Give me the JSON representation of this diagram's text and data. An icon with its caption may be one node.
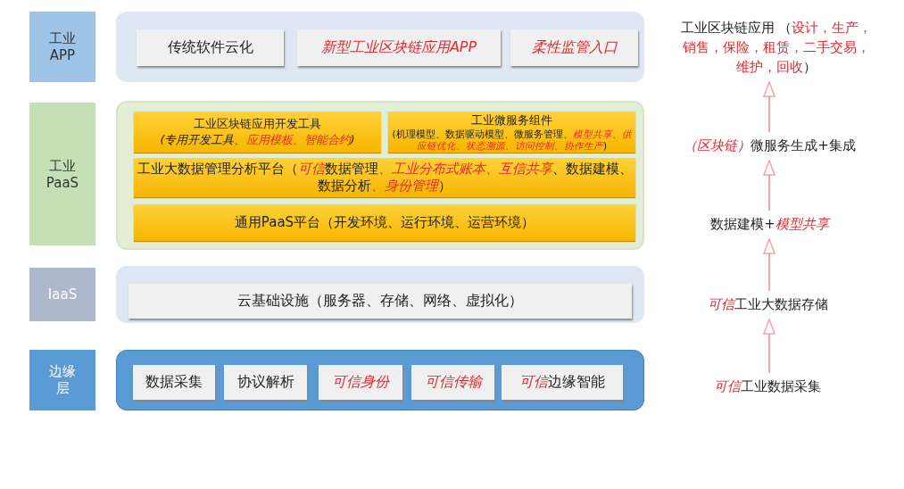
{
  "diagram": {
    "nodes": [
      {
        "text": [
          "工业 APP"
        ]
      },
      {
        "text": [],
        "shape": "box"
      },
      {
        "text": [
          "传统软件云化"
        ],
        "in": 1
      },
      {
        "text": [
          "新型工业区块链应用APP"
        ],
        "in": 1
      },
      {
        "text": [
          "柔性监管入口"
        ],
        "in": 1
      },
      {
        "text": [
          "工业 PaaS"
        ]
      },
      {
        "text": [],
        "shape": "box"
      },
      {
        "text": [
          "工业区块链应用开发工具",
          "(专用开发工具、*应用模板、智能合约*)"
        ],
        "in": 6
      },
      {
        "text": [
          "工业微服务组件",
          "(机理模型、数据驱动模型、微服务管理、*模型共享、供应链优化、状态溯源、访问控制、协作生产*)"
        ],
        "in": 6
      },
      {
        "text": [
          "工业大数据管理分析平台（可信数据管理、工业分布式账本、互信共享、数据建模、数据分析、身份管理）"
        ],
        "in": 6
      },
      {
        "text": [
          "通用PaaS平台（开发环境、运行环境、运营环境）"
        ],
        "in": 6
      },
      {
        "text": [
          "IaaS"
        ]
      },
      {
        "text": [],
        "shape": "box"
      },
      {
        "text": [
          "云基础设施（服务器、存储、网络、虚拟化）"
        ],
        "in": 12
      },
      {
        "text": [
          "边缘层"
        ]
      },
      {
        "text": [],
        "shape": "box"
      },
      {
        "text": [
          "数据采集"
        ],
        "in": 15
      },
      {
        "text": [
          "协议解析"
        ],
        "in": 15
      },
      {
        "text": [
          "可信身份"
        ],
        "in": 15
      },
      {
        "text": [
          "可信传输"
        ],
        "in": 15
      },
      {
        "text": [
          "可信边缘智能"
        ],
        "in": 15
      },
      {
        "text": [
          "工业区块链应用 （*设计，生产，销售，保险，租赁，二手交易，维护，回收*）"
        ]
      },
      {
        "text": [
          "（区块链）微服务生成+集成"
        ]
      },
      {
        "text": [
          "数据建模+*模型共享*"
        ]
      },
      {
        "text": [
          "可信工业大数据存储"
        ]
      },
      {
        "text": [
          "可信工业数据采集"
        ]
      }
    ],
    "edges": [
      {
        "from": 25,
        "to": 24,
        "arrow": "to"
      },
      {
        "from": 24,
        "to": 23,
        "arrow": "to"
      },
      {
        "from": 23,
        "to": 22,
        "arrow": "to"
      },
      {
        "from": 22,
        "to": 21,
        "arrow": "to"
      }
    ]
  }
}
